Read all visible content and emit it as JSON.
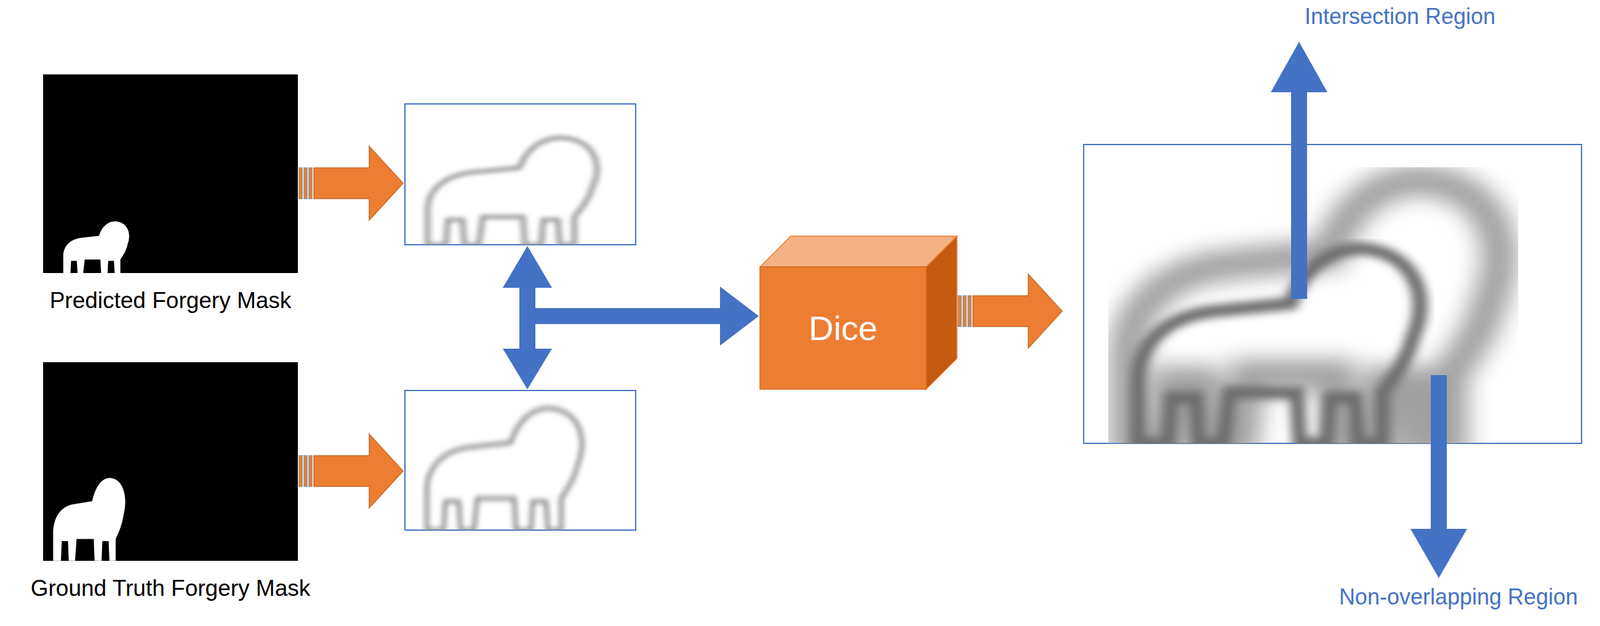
{
  "diagram": {
    "nodes": [
      {
        "text": [
          "Predicted Forgery Mask"
        ]
      },
      {
        "text": [
          "Ground Truth Forgery Mask"
        ]
      },
      {
        "text": [
          "Dice"
        ]
      }
    ],
    "labels": [
      "Intersection Region",
      "Non-overlapping Region"
    ]
  }
}
